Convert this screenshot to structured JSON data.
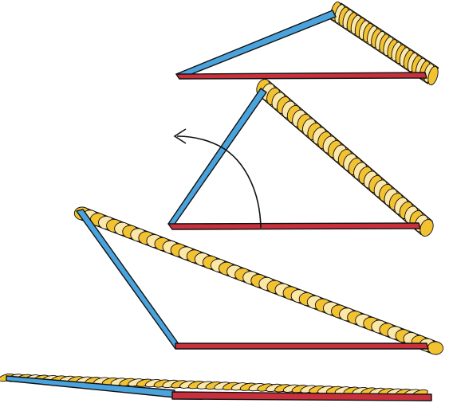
{
  "colors": {
    "base_bar": "#c8303c",
    "arm_bar": "#4aa3dc",
    "spring_fill": "#f2c230",
    "spring_highlight": "#fbe7a8",
    "outline": "#111111",
    "rotation_arrow": "#111111",
    "background": "#ffffff"
  },
  "icons": {
    "rotation": "curved-arrow-counterclockwise-icon",
    "spring": "coil-spring-icon"
  },
  "stages": [
    {
      "name": "stage-1-nearly-closed",
      "arm_angle_deg": 18
    },
    {
      "name": "stage-2-raised",
      "arm_angle_deg": 58
    },
    {
      "name": "stage-3-past-vertical",
      "arm_angle_deg": 109
    },
    {
      "name": "stage-4-fully-open",
      "arm_angle_deg": 176
    }
  ]
}
